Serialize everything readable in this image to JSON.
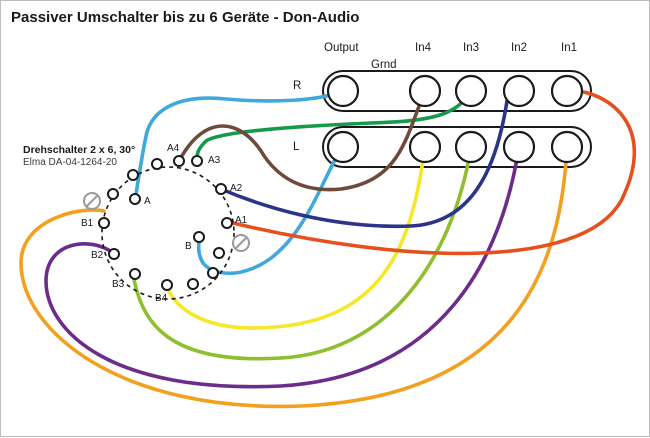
{
  "title": "Passiver Umschalter bis zu 6 Geräte - Don-Audio",
  "switch": {
    "name": "Drehschalter 2 x 6, 30°",
    "part": "Elma DA-04-1264-20"
  },
  "jack_headers": {
    "output": "Output",
    "in4": "In4",
    "in3": "In3",
    "in2": "In2",
    "in1": "In1"
  },
  "ground_label": "Grnd",
  "row_labels": {
    "right": "R",
    "left": "L"
  },
  "contacts": {
    "a": "A",
    "a1": "A1",
    "a2": "A2",
    "a3": "A3",
    "a4": "A4",
    "b": "B",
    "b1": "B1",
    "b2": "B2",
    "b3": "B3",
    "b4": "B4"
  },
  "wire_colors": {
    "blue": "#3fa9dc",
    "brown": "#6e4a3a",
    "green": "#159a4a",
    "navy": "#2b3488",
    "orange_red": "#e5501e",
    "yellow": "#f4e829",
    "lime": "#8fbe2e",
    "purple": "#6b2c8c",
    "orange": "#f2a01e"
  }
}
